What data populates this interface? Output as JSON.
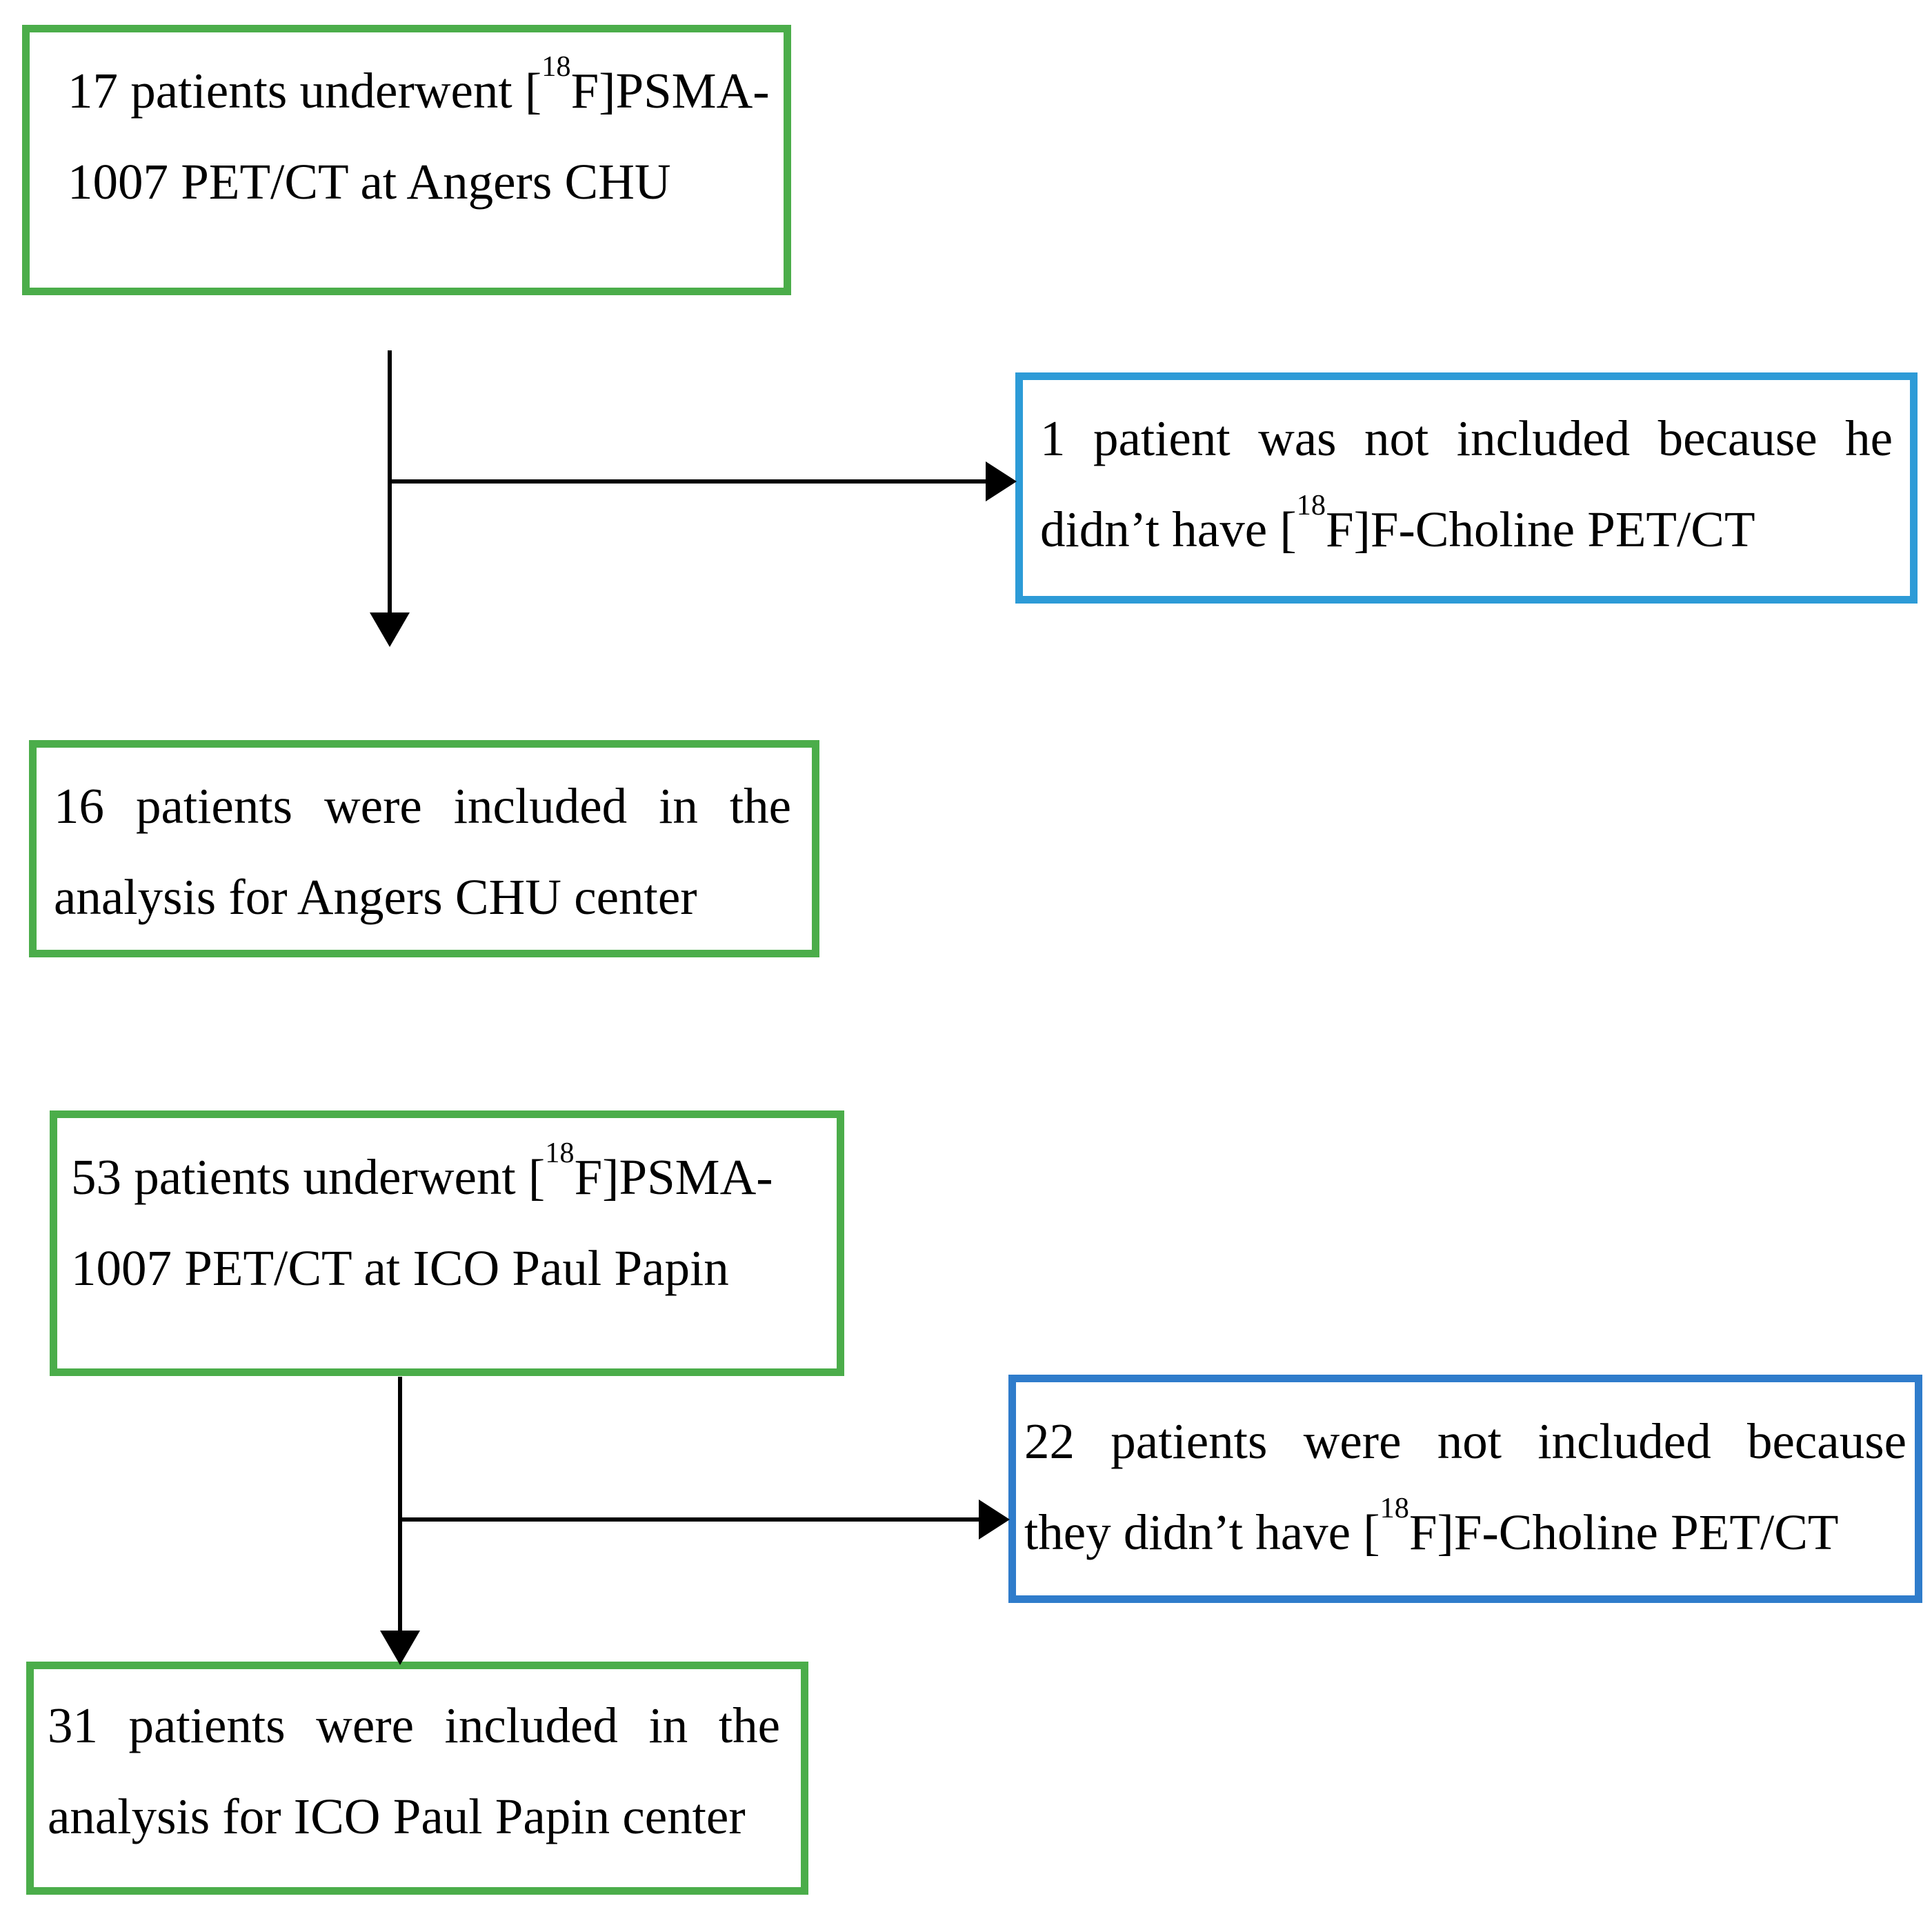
{
  "colors": {
    "background": "#ffffff",
    "green_border": "#4BAD4A",
    "blue1_border": "#2D9BD7",
    "blue2_border": "#2F7CCB",
    "arrow": "#000000",
    "text": "#000000"
  },
  "flowchart": {
    "angers": {
      "cohort": {
        "lines": [
          [
            {
              "t": "17 patients underwent ["
            },
            {
              "t": "18",
              "sup": true
            },
            {
              "t": "F]PSMA-"
            }
          ],
          [
            {
              "t": "1007 PET/CT at Angers CHU"
            }
          ]
        ]
      },
      "exclusion": {
        "lines": [
          [
            {
              "t": "1 patient was not included because he"
            }
          ],
          [
            {
              "t": "didn’t have ["
            },
            {
              "t": "18",
              "sup": true
            },
            {
              "t": "F]F-Choline PET/CT"
            }
          ]
        ]
      },
      "included": {
        "lines": [
          [
            {
              "t": "16 patients were included in the"
            }
          ],
          [
            {
              "t": "analysis for Angers CHU center"
            }
          ]
        ]
      }
    },
    "ico": {
      "cohort": {
        "lines": [
          [
            {
              "t": "53 patients underwent ["
            },
            {
              "t": "18",
              "sup": true
            },
            {
              "t": "F]PSMA-"
            }
          ],
          [
            {
              "t": "1007 PET/CT at ICO Paul Papin"
            }
          ]
        ]
      },
      "exclusion": {
        "lines": [
          [
            {
              "t": "22 patients were not included because"
            }
          ],
          [
            {
              "t": "they didn’t have ["
            },
            {
              "t": "18",
              "sup": true
            },
            {
              "t": "F]F-Choline PET/CT"
            }
          ]
        ]
      },
      "included": {
        "lines": [
          [
            {
              "t": "31 patients were included in the"
            }
          ],
          [
            {
              "t": "analysis for ICO Paul Papin center"
            }
          ]
        ]
      }
    }
  }
}
